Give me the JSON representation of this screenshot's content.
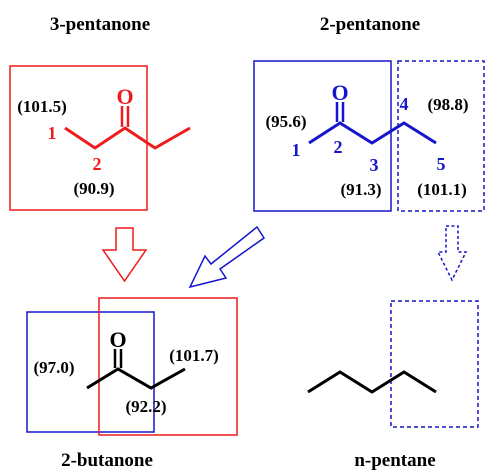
{
  "colors": {
    "red": "#ee1c1c",
    "blue": "#1515cc",
    "black": "#000000"
  },
  "molecules": {
    "three_pentanone": {
      "title": "3-pentanone",
      "oxygen": "O",
      "carbon_1": "1",
      "carbon_2": "2",
      "value_c1": "(101.5)",
      "value_c2": "(90.9)"
    },
    "two_pentanone": {
      "title": "2-pentanone",
      "oxygen": "O",
      "carbon_1": "1",
      "carbon_2": "2",
      "carbon_3": "3",
      "carbon_4": "4",
      "carbon_5": "5",
      "value_c1": "(95.6)",
      "value_c3": "(91.3)",
      "value_c4": "(98.8)",
      "value_c5": "(101.1)"
    },
    "two_butanone": {
      "title": "2-butanone",
      "oxygen": "O",
      "value_left": "(97.0)",
      "value_middle": "(92.2)",
      "value_right": "(101.7)"
    },
    "n_pentane": {
      "title": "n-pentane"
    }
  }
}
